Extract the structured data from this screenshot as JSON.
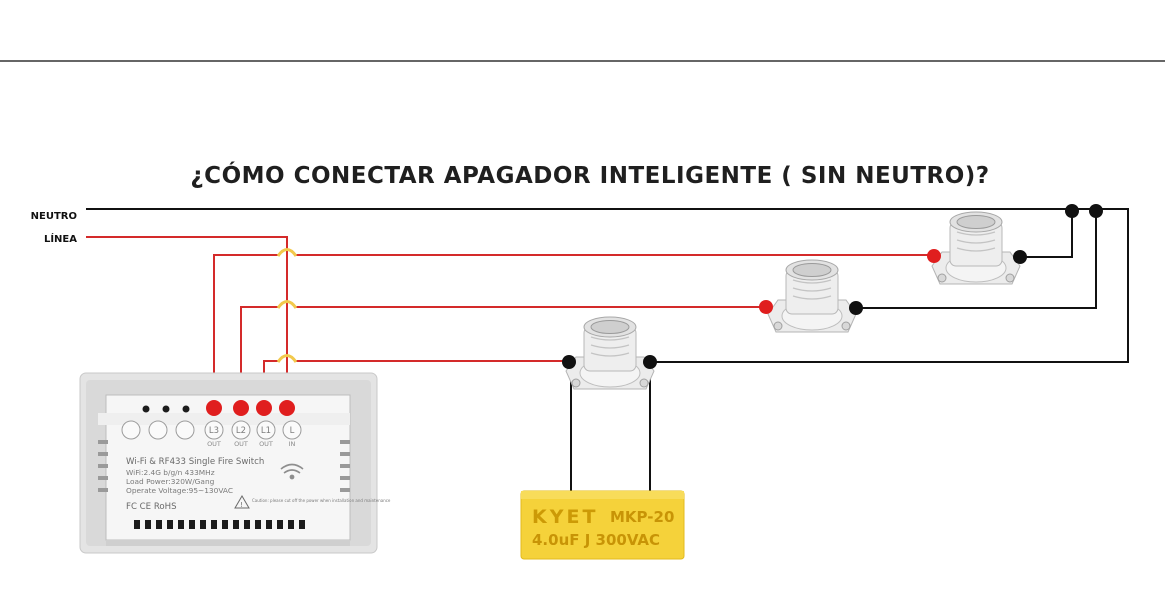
{
  "title": "¿CÓMO CONECTAR APAGADOR INTELIGENTE ( SIN NEUTRO)?",
  "labels": {
    "neutral": "NEUTRO",
    "line": "LÍNEA"
  },
  "switch": {
    "terminals": [
      {
        "label": "L3",
        "sub": "OUT"
      },
      {
        "label": "L2",
        "sub": "OUT"
      },
      {
        "label": "L1",
        "sub": "OUT"
      },
      {
        "label": "L",
        "sub": "IN"
      }
    ],
    "name": "Wi-Fi & RF433 Single Fire Switch",
    "spec_wifi": "WiFi:2.4G b/g/n 433MHz",
    "spec_load": "Load Power:320W/Gang",
    "spec_voltage": "Operate Voltage:95~130VAC",
    "marks": "FC  CE  RoHS",
    "warning": "Caution: please cut off the power when installation and maintenance"
  },
  "capacitor": {
    "brand": "KYET",
    "model": "MKP-20",
    "rating": "4.0uF J  300VAC"
  },
  "colors": {
    "neutral_wire": "#111111",
    "line_wire": "#d42a2a",
    "terminal_dot": "#e01e1e",
    "crossing_hop": "#f2c94c",
    "capacitor_body": "#f5d23a"
  }
}
